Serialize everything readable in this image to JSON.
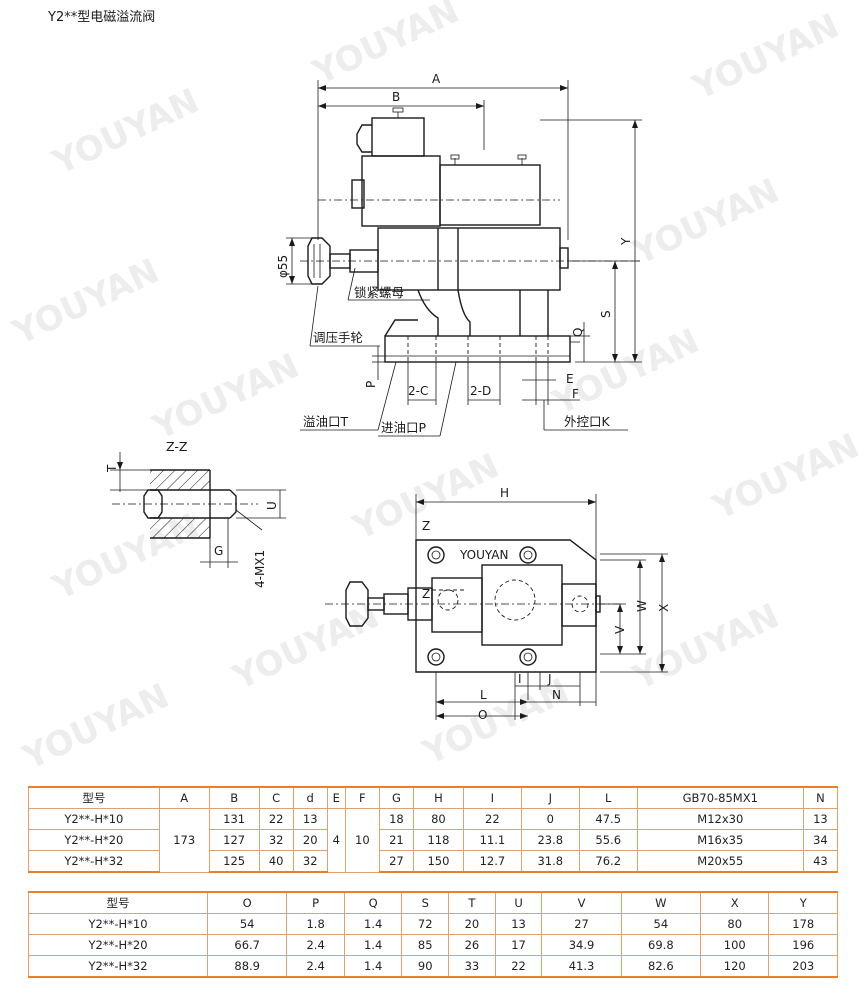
{
  "title": "Y2**型电磁溢流阀",
  "watermark": "YOUYAN",
  "drawing": {
    "dims_main": [
      "A",
      "B",
      "Y",
      "S",
      "Q",
      "P",
      "2-C",
      "2-D",
      "E",
      "F"
    ],
    "dia_label": "φ55",
    "callouts": {
      "lock_nut": "锁紧螺母",
      "handwheel": "调压手轮",
      "overflow_port": "溢油口T",
      "inlet_port": "进油口P",
      "external_port": "外控口K"
    },
    "section_label": "Z-Z",
    "section_dims": [
      "T",
      "U",
      "G",
      "4-MX1"
    ],
    "plan_dims": [
      "H",
      "W",
      "X",
      "V",
      "I",
      "J",
      "L",
      "N",
      "O"
    ],
    "plan_marks": [
      "Z",
      "Z"
    ],
    "plate_brand": "YOUYAN"
  },
  "table1": {
    "headers": [
      "型号",
      "A",
      "B",
      "C",
      "d",
      "E",
      "F",
      "G",
      "H",
      "I",
      "J",
      "L",
      "GB70-85MX1",
      "N"
    ],
    "shared": {
      "A": "173",
      "E": "4",
      "F": "10"
    },
    "rows": [
      {
        "model": "Y2**-H*10",
        "B": "131",
        "C": "22",
        "d": "13",
        "G": "18",
        "H": "80",
        "I": "22",
        "J": "0",
        "L": "47.5",
        "MX1": "M12x30",
        "N": "13"
      },
      {
        "model": "Y2**-H*20",
        "B": "127",
        "C": "32",
        "d": "20",
        "G": "21",
        "H": "118",
        "I": "11.1",
        "J": "23.8",
        "L": "55.6",
        "MX1": "M16x35",
        "N": "34"
      },
      {
        "model": "Y2**-H*32",
        "B": "125",
        "C": "40",
        "d": "32",
        "G": "27",
        "H": "150",
        "I": "12.7",
        "J": "31.8",
        "L": "76.2",
        "MX1": "M20x55",
        "N": "43"
      }
    ]
  },
  "table2": {
    "headers": [
      "型号",
      "O",
      "P",
      "Q",
      "S",
      "T",
      "U",
      "V",
      "W",
      "X",
      "Y"
    ],
    "rows": [
      {
        "model": "Y2**-H*10",
        "O": "54",
        "P": "1.8",
        "Q": "1.4",
        "S": "72",
        "T": "20",
        "U": "13",
        "V": "27",
        "W": "54",
        "X": "80",
        "Y": "178"
      },
      {
        "model": "Y2**-H*20",
        "O": "66.7",
        "P": "2.4",
        "Q": "1.4",
        "S": "85",
        "T": "26",
        "U": "17",
        "V": "34.9",
        "W": "69.8",
        "X": "100",
        "Y": "196"
      },
      {
        "model": "Y2**-H*32",
        "O": "88.9",
        "P": "2.4",
        "Q": "1.4",
        "S": "90",
        "T": "33",
        "U": "22",
        "V": "41.3",
        "W": "82.6",
        "X": "120",
        "Y": "203"
      }
    ]
  }
}
